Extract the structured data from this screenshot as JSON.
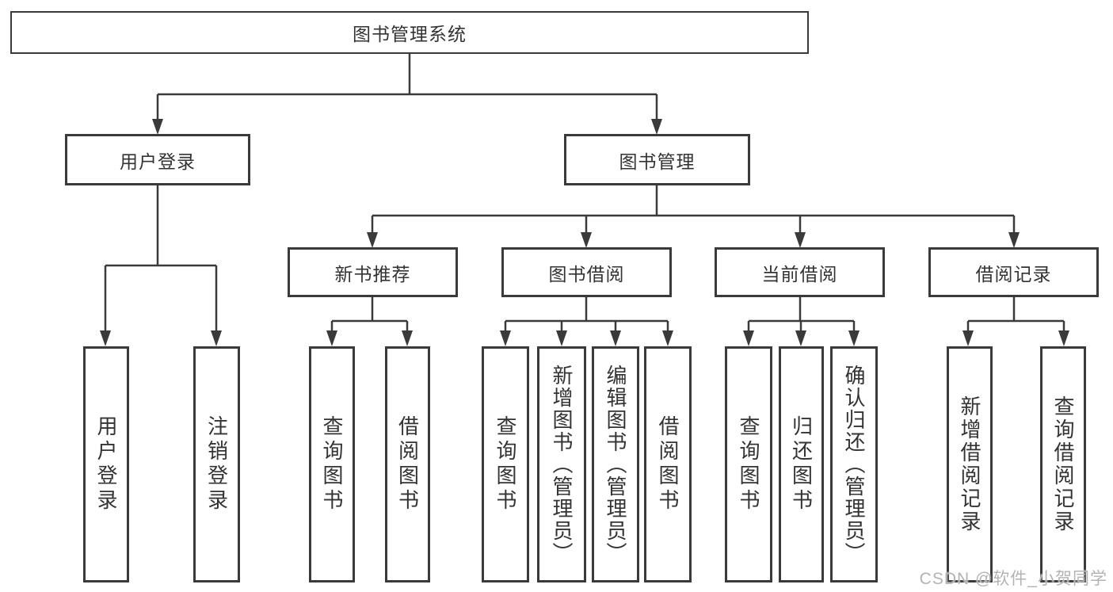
{
  "diagram": {
    "title": "图书管理系统",
    "level2": {
      "login": "用户登录",
      "management": "图书管理"
    },
    "login_children": {
      "user_login": "用户登录",
      "logout": "注销登录"
    },
    "level3": {
      "new_books": "新书推荐",
      "book_borrow": "图书借阅",
      "current_borrow": "当前借阅",
      "borrow_records": "借阅记录"
    },
    "new_books_children": {
      "query_books": "查询图书",
      "borrow_books": "借阅图书"
    },
    "book_borrow_children": {
      "query_books": "查询图书",
      "add_books_admin": "新增图书（管理员）",
      "edit_books_admin": "编辑图书（管理员）",
      "borrow_books": "借阅图书"
    },
    "current_borrow_children": {
      "query_books": "查询图书",
      "return_books": "归还图书",
      "confirm_return_admin": "确认归还（管理员）"
    },
    "borrow_records_children": {
      "add_record": "新增借阅记录",
      "query_record": "查询借阅记录"
    }
  },
  "watermark": {
    "text": "CSDN @软件_小贺同学"
  },
  "colors": {
    "line": "#3a3a3a",
    "box_border": "#3a3a3a",
    "text": "#333333",
    "background": "#ffffff",
    "watermark": "#b3b3b3"
  }
}
